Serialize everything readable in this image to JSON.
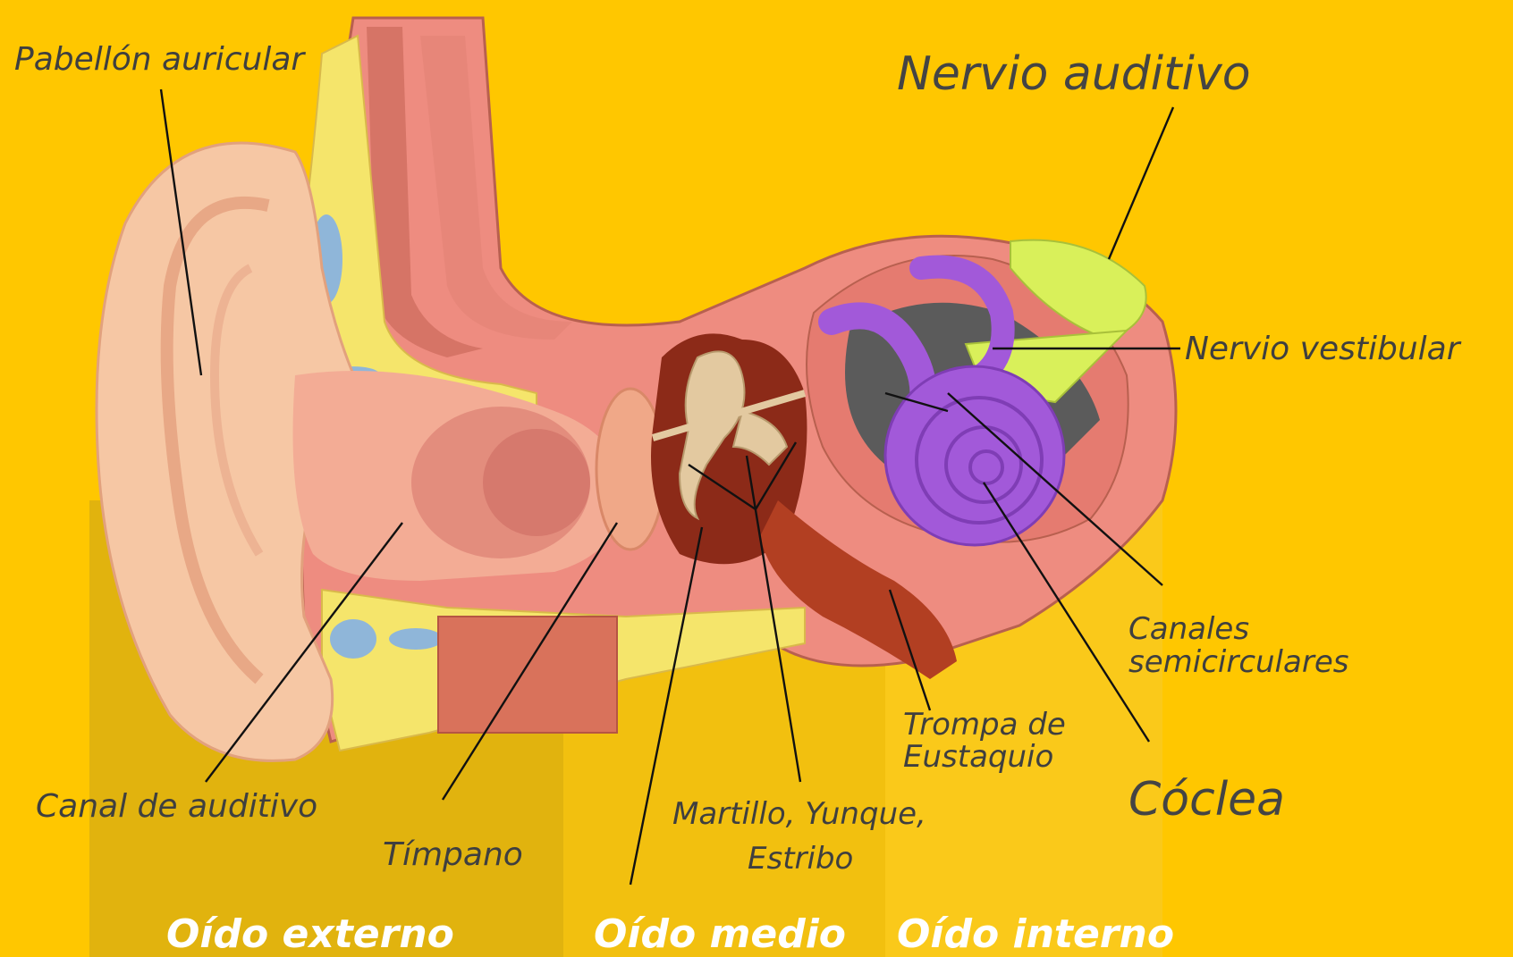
{
  "labels": {
    "pinna": "Pabellón auricular",
    "auditory_nerve": "Nervio auditivo",
    "vestibular_nerve": "Nervio vestibular",
    "semicircular_canals_line1": "Canales",
    "semicircular_canals_line2": "semicirculares",
    "eustachian_line1": "Trompa de",
    "eustachian_line2": "Eustaquio",
    "cochlea": "Cóclea",
    "ear_canal": "Canal de auditivo",
    "eardrum": "Tímpano",
    "ossicles_line1": "Martillo, Yunque,",
    "ossicles_line2": "Estribo"
  },
  "regions": {
    "outer": "Oído externo",
    "middle": "Oído medio",
    "inner": "Oído interno"
  },
  "colors": {
    "background": "#FFC700",
    "skin": "#F6C7A4",
    "tissue": "#EE8C80",
    "fat": "#F5E56B",
    "cartilage": "#8FB6D9",
    "bone": "#E3C9A0",
    "cochlea": "#A259D9",
    "nerve": "#D9F05A",
    "dark": "#5B5B5B"
  }
}
